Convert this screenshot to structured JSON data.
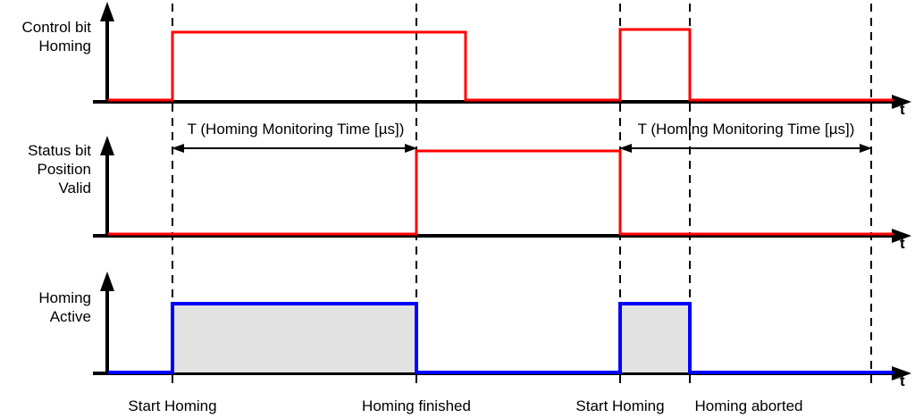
{
  "diagram": {
    "title_axis_label": "t",
    "signals": [
      {
        "name": "control-bit-homing",
        "label": "Control bit\nHoming",
        "color": "#ff0000",
        "type": "digital",
        "pulses": [
          {
            "start": "Start Homing",
            "end": "Homing finished"
          },
          {
            "start": "Start Homing",
            "end": "Homing aborted"
          }
        ]
      },
      {
        "name": "status-bit-position-valid",
        "label": "Status bit\nPosition\nValid",
        "color": "#ff0000",
        "type": "digital",
        "pulses": [
          {
            "start": "Homing finished",
            "end": "Start Homing"
          }
        ]
      },
      {
        "name": "homing-active",
        "label": "Homing\nActive",
        "color": "#0000ff",
        "fill": "#e2e2e2",
        "type": "digital",
        "pulses": [
          {
            "start": "Start Homing",
            "end": "Homing finished"
          },
          {
            "start": "Start Homing",
            "end": "Homing aborted"
          }
        ]
      }
    ],
    "annotations": [
      {
        "name": "monitoring-time-1",
        "text": "T (Homing Monitoring Time [µs])"
      },
      {
        "name": "monitoring-time-2",
        "text": "T (Homing Monitoring Time [µs])"
      }
    ],
    "event_labels": [
      {
        "name": "start-homing-1",
        "text": "Start Homing"
      },
      {
        "name": "homing-finished",
        "text": "Homing finished"
      },
      {
        "name": "start-homing-2",
        "text": "Start Homing"
      },
      {
        "name": "homing-aborted",
        "text": "Homing aborted"
      }
    ],
    "axis_labels": [
      {
        "name": "time-axis-1",
        "text": "t"
      },
      {
        "name": "time-axis-2",
        "text": "t"
      },
      {
        "name": "time-axis-3",
        "text": "t"
      }
    ]
  }
}
